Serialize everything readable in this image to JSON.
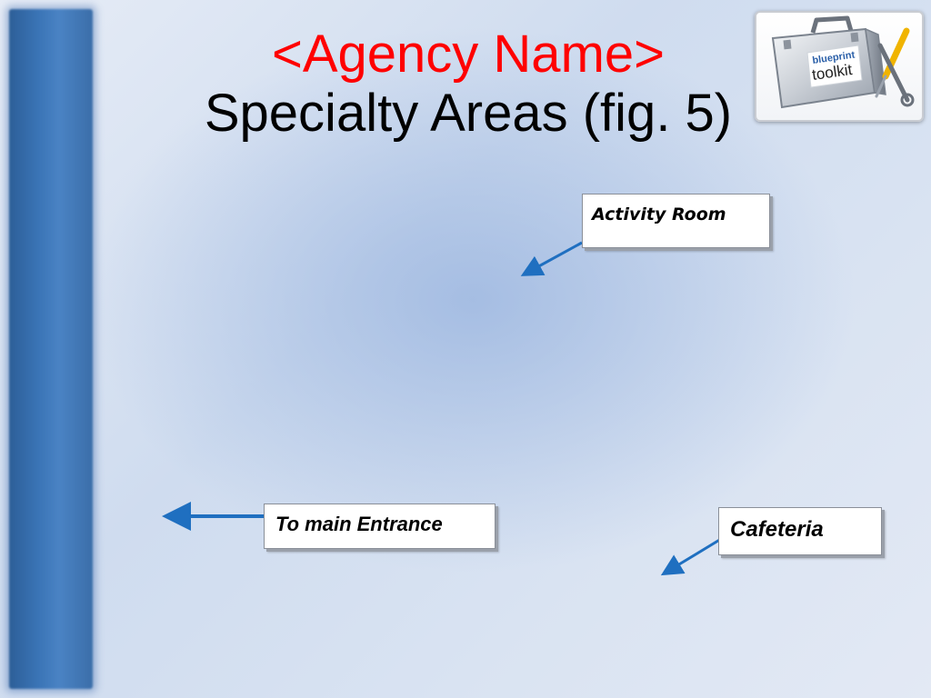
{
  "title": {
    "line1": "<Agency Name>",
    "line2": "Specialty Areas (fig. 5)"
  },
  "logo": {
    "text_top": "blueprint",
    "text_bottom": "toolkit"
  },
  "labels": {
    "activity_room": "Activity Room",
    "main_entrance": "To main Entrance",
    "cafeteria": "Cafeteria"
  },
  "colors": {
    "title_accent": "#ff0000",
    "arrow": "#1f6fc0",
    "side_bar": "#3a74b6"
  }
}
